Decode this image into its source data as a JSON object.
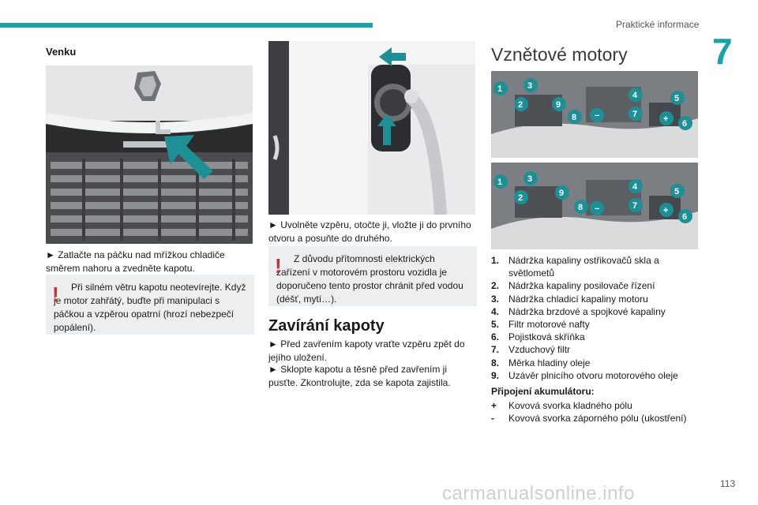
{
  "header": {
    "title": "Praktické informace",
    "chapter": "7",
    "page_number": "113"
  },
  "footer": {
    "watermark": "carmanualsonline.info"
  },
  "col1": {
    "title": "Venku",
    "step1": "► Zatlačte na páčku nad mřížkou chladiče směrem nahoru a zvedněte kapotu.",
    "warning": "Při silném větru kapotu neotevírejte. Když je motor zahřátý, buďte při manipulaci s páčkou a vzpěrou opatrní (hrozí nebezpečí popálení)."
  },
  "col2": {
    "step1": "► Uvolněte vzpěru, otočte ji, vložte ji do prvního otvoru a posuňte do druhého.",
    "warning": "Z důvodu přítomnosti elektrických zařízení v motorovém prostoru vozidla je doporučeno tento prostor chránit před vodou (déšť, mytí…).",
    "section_title": "Zavírání kapoty",
    "step2": "► Před zavřením kapoty vraťte vzpěru zpět do jejího uložení.",
    "step3": "► Sklopte kapotu a těsně před zavřením ji pusťte. Zkontrolujte, zda se kapota zajistila."
  },
  "col3": {
    "title": "Vznětové motory",
    "items": [
      {
        "n": "1.",
        "text": "Nádržka kapaliny ostřikovačů skla a světlometů"
      },
      {
        "n": "2.",
        "text": "Nádržka kapaliny posilovače řízení"
      },
      {
        "n": "3.",
        "text": "Nádržka chladicí kapaliny motoru"
      },
      {
        "n": "4.",
        "text": "Nádržka brzdové a spojkové kapaliny"
      },
      {
        "n": "5.",
        "text": "Filtr motorové nafty"
      },
      {
        "n": "6.",
        "text": "Pojistková skříňka"
      },
      {
        "n": "7.",
        "text": "Vzduchový filtr"
      },
      {
        "n": "8.",
        "text": "Měrka hladiny oleje"
      },
      {
        "n": "9.",
        "text": "Uzávěr plnicího otvoru motorového oleje"
      }
    ],
    "battery_title": "Připojení akumulátoru:",
    "battery": [
      {
        "n": "+",
        "text": "Kovová svorka kladného pólu"
      },
      {
        "n": "-",
        "text": "Kovová svorka záporného pólu (ukostření)"
      }
    ],
    "badges": [
      "1",
      "2",
      "3",
      "4",
      "5",
      "6",
      "7",
      "8",
      "9",
      "−",
      "+"
    ]
  },
  "colors": {
    "accent": "#1aa3a7",
    "warning": "#d42a2a",
    "badge": "#1e8f94"
  }
}
